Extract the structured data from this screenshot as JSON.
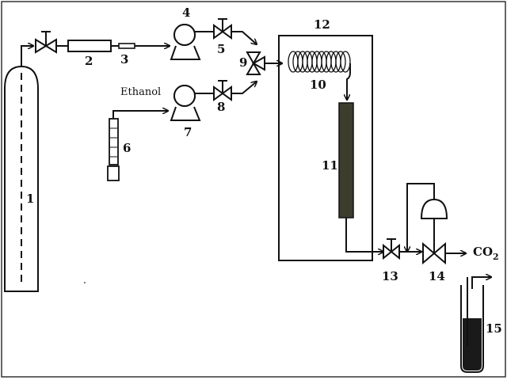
{
  "labels": {
    "n1": "1",
    "n2": "2",
    "n3": "3",
    "n4": "4",
    "n5": "5",
    "n6": "6",
    "n7": "7",
    "n8": "8",
    "n9": "9",
    "n10": "10",
    "n11": "11",
    "n12": "12",
    "n13": "13",
    "n14": "14",
    "n15": "15",
    "ethanol": "Ethanol",
    "co2_main": "CO",
    "co2_sub": "2"
  },
  "colors": {
    "line": "#111111",
    "column_fill": "#3d3d2e",
    "liquid_fill": "#1a1a1a",
    "frame": "#333333"
  }
}
